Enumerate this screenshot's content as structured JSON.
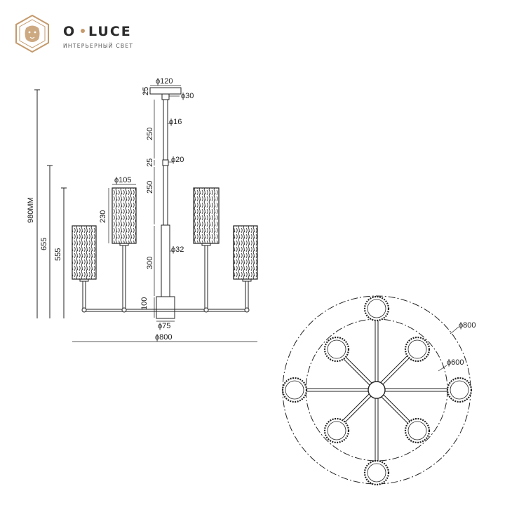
{
  "brand": {
    "name_left": "O",
    "name_right": "LUCE",
    "tagline": "ИНТЕРЬЕРНЫЙ СВЕТ",
    "accent_color": "#c49a6c",
    "logo_icon": "lion-head-icon"
  },
  "side_view": {
    "dimensions": {
      "overall_height": "980MM",
      "arm_height_upper": "655",
      "arm_height_lower": "555",
      "canopy_height": "25",
      "canopy_diameter": "ϕ120",
      "canopy_stem": "ϕ30",
      "rod_upper_length": "250",
      "rod_upper_diameter": "ϕ16",
      "coupler_height": "25",
      "coupler_diameter": "ϕ20",
      "rod_lower_length": "250",
      "sleeve_length": "300",
      "sleeve_diameter": "ϕ32",
      "body_height": "100",
      "body_diameter": "ϕ75",
      "shade_height": "230",
      "shade_diameter": "ϕ105",
      "overall_width": "ϕ800"
    }
  },
  "top_view": {
    "outer_circle": "ϕ800",
    "inner_circle": "ϕ600"
  },
  "line_color": "#222222"
}
